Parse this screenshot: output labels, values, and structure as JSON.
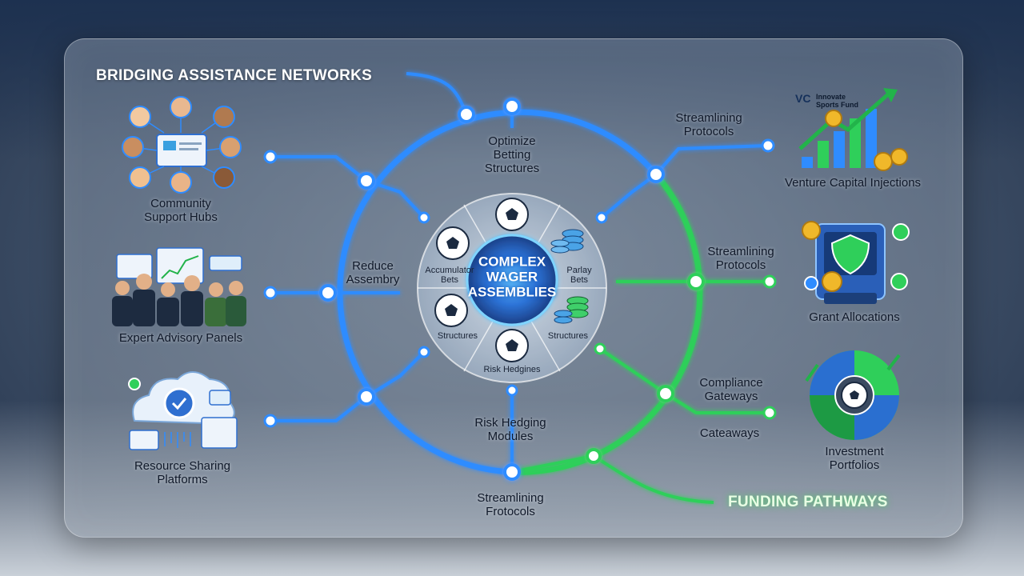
{
  "headings": {
    "left": "BRIDGING ASSISTANCE NETWORKS",
    "right": "FUNDING PATHWAYS"
  },
  "hub": {
    "line1": "COMPLEX",
    "line2": "WAGER",
    "line3": "ASSEMBLIES",
    "segments": {
      "accumulator": "Accumulator",
      "accumulator2": "Bets",
      "parlay": "Parlay",
      "parlay2": "Bets",
      "structures_left": "Structures",
      "structures_right": "Structures",
      "risk": "Risk Hedgines"
    }
  },
  "left_nodes": {
    "community": [
      "Community",
      "Support Hubs"
    ],
    "expert": "Expert Advisory Panels",
    "resource": [
      "Resource Sharing",
      "Platforms"
    ]
  },
  "right_nodes": {
    "vc_logo": "VC",
    "vc_name": [
      "Innovate",
      "Sports Fund"
    ],
    "venture": "Venture Capital Injections",
    "grant": "Grant Allocations",
    "investment": [
      "Investment",
      "Portfolios"
    ]
  },
  "ring_labels": {
    "optimize": [
      "Optimize",
      "Betting",
      "Structures"
    ],
    "reduce": [
      "Reduce",
      "Assembry"
    ],
    "stream_top": [
      "Streamlining",
      "Protocols"
    ],
    "stream_mid": [
      "Streamlining",
      "Protocols"
    ],
    "compliance": [
      "Compliance",
      "Gateways"
    ],
    "cateaways": "Cateaways",
    "risk_modules": [
      "Risk Hedging",
      "Modules"
    ],
    "stream_bottom": [
      "Streamlining",
      "Frotocols"
    ]
  },
  "colors": {
    "blue": "#2f8cff",
    "green": "#2fcf5a",
    "node_glow": "#bfe6ff"
  }
}
